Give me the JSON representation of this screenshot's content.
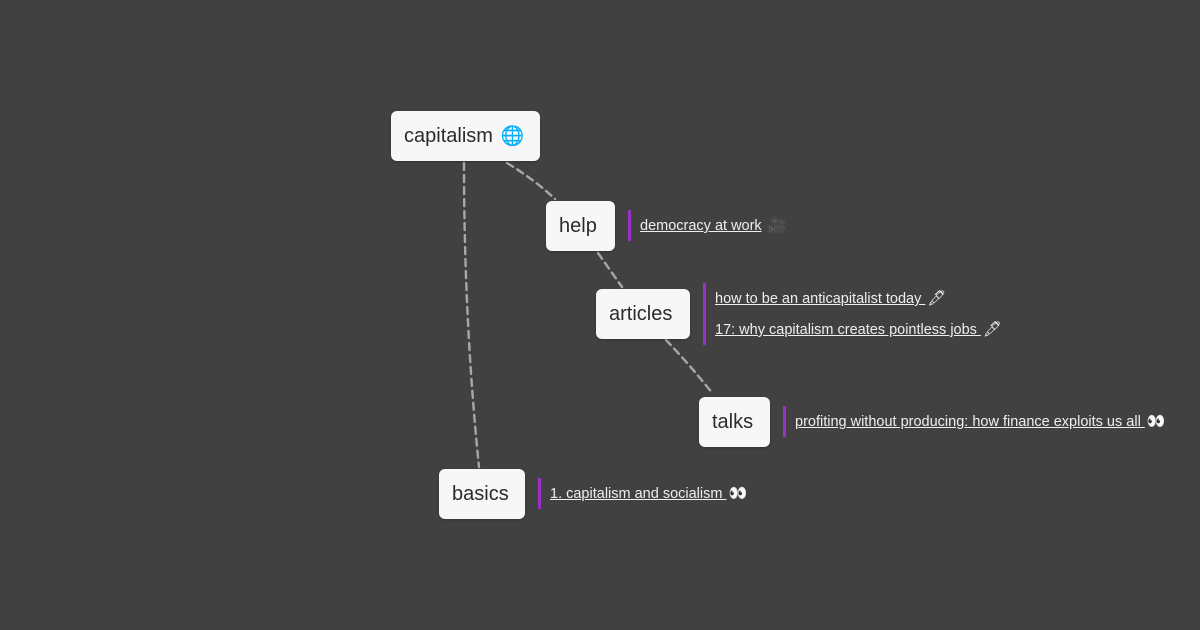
{
  "colors": {
    "background": "#414141",
    "node_fill": "#f7f7f7",
    "node_text": "#2b2b2b",
    "edge": "#a7a7a7",
    "link_bar": "#9b30c9",
    "link_text": "#efefef"
  },
  "nodes": {
    "root": {
      "label": "capitalism",
      "emoji": "🌐",
      "icon": "globe-icon"
    },
    "help": {
      "label": "help"
    },
    "articles": {
      "label": "articles"
    },
    "talks": {
      "label": "talks"
    },
    "basics": {
      "label": "basics"
    }
  },
  "links": {
    "help": [
      {
        "text": "democracy at work",
        "emoji": "🎥",
        "icon": "video-camera-icon"
      }
    ],
    "articles": [
      {
        "text": "how to be an anticapitalist today ",
        "emoji": "🖋",
        "icon": "pen-icon"
      },
      {
        "text": "17: why capitalism creates pointless jobs ",
        "emoji": "🖋",
        "icon": "pen-icon"
      }
    ],
    "talks": [
      {
        "text": "profiting without producing: how finance exploits us all ",
        "emoji": "👀",
        "icon": "eyes-icon"
      }
    ],
    "basics": [
      {
        "text": "1. capitalism and socialism ",
        "emoji": "👀",
        "icon": "eyes-icon"
      }
    ]
  }
}
